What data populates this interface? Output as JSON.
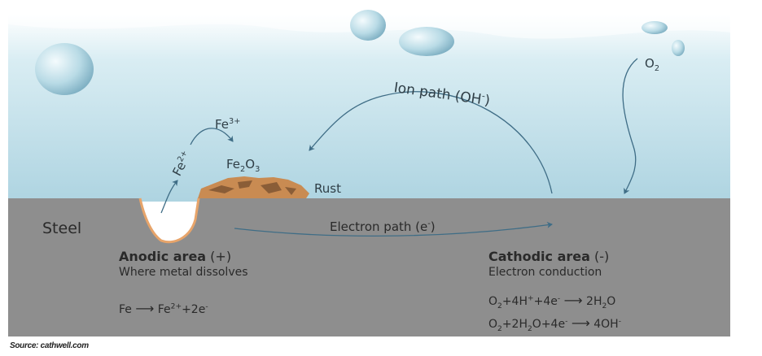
{
  "colors": {
    "water_top": "#ffffff",
    "water_mid": "#d5eaf1",
    "water_bottom": "#acd3e0",
    "steel": "#8d8d8d",
    "steel_dark": "#7f7f7f",
    "arrow": "#3f6d86",
    "rust": "#c98b52",
    "pit_edge": "#e7a46a"
  },
  "labels": {
    "steel": "Steel",
    "rust": "Rust",
    "ion_path": "Ion path (OH",
    "ion_path_sup": "-",
    "ion_path_close": ")",
    "o2_base": "O",
    "o2_sub": "2",
    "fe3_base": "Fe",
    "fe3_sup": "3+",
    "fe2_base": "Fe",
    "fe2_sup": "2+",
    "fe2o3_a": "Fe",
    "fe2o3_sub1": "2",
    "fe2o3_b": "O",
    "fe2o3_sub2": "3",
    "electron_path": "Electron path (e",
    "electron_path_sup": "-",
    "electron_path_close": ")"
  },
  "anodic": {
    "title": "Anodic area",
    "sign": " (+)",
    "subtitle": "Where metal dissolves",
    "eq_left": "Fe",
    "eq_arrow": "⟶",
    "eq_right_a": "Fe",
    "eq_right_sup": "2+",
    "eq_right_b": "+2e",
    "eq_right_sup2": "-"
  },
  "cathodic": {
    "title": "Cathodic area",
    "sign": " (-)",
    "subtitle": "Electron conduction",
    "eq1": {
      "a": "O",
      "a_sub": "2",
      "b": "+4H",
      "b_sup": "+",
      "c": "+4e",
      "c_sup": "-",
      "arrow": "⟶",
      "d": "2H",
      "d_sub": "2",
      "e": "O"
    },
    "eq2": {
      "a": "O",
      "a_sub": "2",
      "b": "+2H",
      "b_sub": "2",
      "c": "O+4e",
      "c_sup": "-",
      "arrow": "⟶",
      "d": "4OH",
      "d_sup": "-"
    }
  },
  "source": "Source: cathwell.com"
}
